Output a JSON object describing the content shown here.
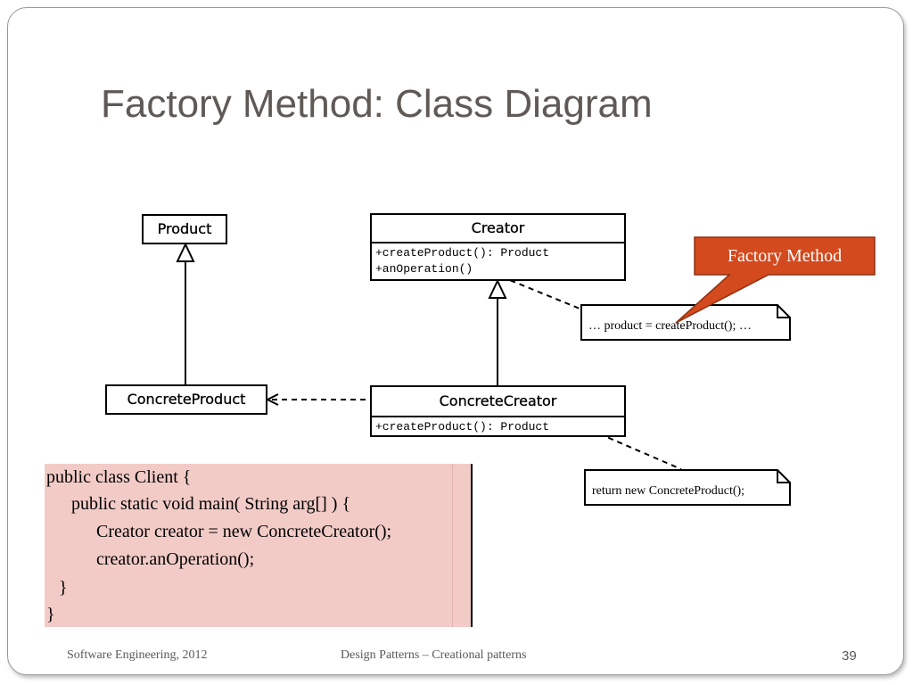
{
  "slide": {
    "title": "Factory Method: Class Diagram"
  },
  "diagram": {
    "classes": {
      "product": {
        "name": "Product"
      },
      "creator": {
        "name": "Creator",
        "ops": [
          "+createProduct(): Product",
          "+anOperation()"
        ]
      },
      "concrete_product": {
        "name": "ConcreteProduct"
      },
      "concrete_creator": {
        "name": "ConcreteCreator",
        "ops": [
          "+createProduct(): Product"
        ]
      }
    },
    "notes": {
      "an_operation": "… product = createProduct(); …",
      "create_product": "return new ConcreteProduct();"
    },
    "callout": "Factory Method",
    "callout_color": "#d24a1e"
  },
  "code": {
    "lines": [
      "public class Client {",
      "public static void main( String arg[] ) {",
      "Creator creator = new ConcreteCreator();",
      "creator.anOperation();",
      "}",
      "}"
    ]
  },
  "footer": {
    "left": "Software Engineering, 2012",
    "center": "Design Patterns – Creational patterns",
    "page": "39"
  }
}
